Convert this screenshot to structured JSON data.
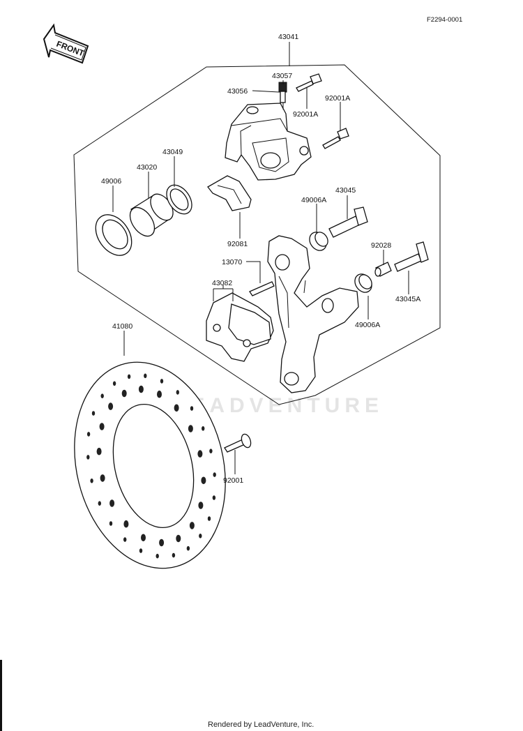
{
  "reference_code": "F2294-0001",
  "front_arrow_label": "FRONT",
  "watermark": "LEADVENTURE",
  "footer": "Rendered by LeadVenture, Inc.",
  "parts": [
    {
      "id": "p43041",
      "number": "43041"
    },
    {
      "id": "p43057",
      "number": "43057"
    },
    {
      "id": "p43056",
      "number": "43056"
    },
    {
      "id": "p92001A_a",
      "number": "92001A"
    },
    {
      "id": "p92001A_b",
      "number": "92001A"
    },
    {
      "id": "p43049",
      "number": "43049"
    },
    {
      "id": "p43020",
      "number": "43020"
    },
    {
      "id": "p49006",
      "number": "49006"
    },
    {
      "id": "p43045",
      "number": "43045"
    },
    {
      "id": "p49006A_a",
      "number": "49006A"
    },
    {
      "id": "p92081",
      "number": "92081"
    },
    {
      "id": "p92028",
      "number": "92028"
    },
    {
      "id": "p13070",
      "number": "13070"
    },
    {
      "id": "p43082",
      "number": "43082"
    },
    {
      "id": "p43045A",
      "number": "43045A"
    },
    {
      "id": "p49006A_b",
      "number": "49006A"
    },
    {
      "id": "p41080",
      "number": "41080"
    },
    {
      "id": "p92001",
      "number": "92001"
    }
  ]
}
